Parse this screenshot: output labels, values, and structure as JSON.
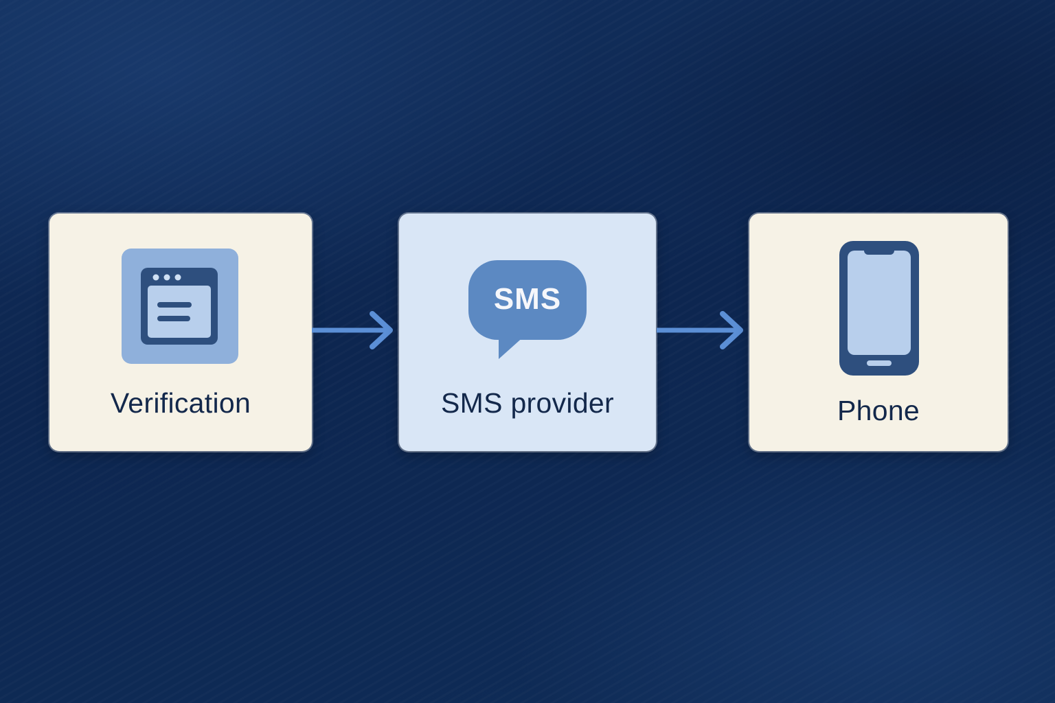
{
  "diagram": {
    "nodes": [
      {
        "id": "verification",
        "label": "Verification",
        "icon": "browser-window-icon",
        "fill": "#f6f2e6"
      },
      {
        "id": "sms-provider",
        "label": "SMS provider",
        "icon": "sms-chat-bubble-icon",
        "icon_text": "SMS",
        "fill": "#d9e6f6"
      },
      {
        "id": "phone",
        "label": "Phone",
        "icon": "smartphone-icon",
        "fill": "#f6f2e6"
      }
    ],
    "edges": [
      {
        "from": "verification",
        "to": "sms-provider"
      },
      {
        "from": "sms-provider",
        "to": "phone"
      }
    ]
  },
  "colors": {
    "background": "#0e2a52",
    "arrow": "#5b8fd6",
    "icon_dark": "#2e4f7e",
    "icon_light": "#8fb0db",
    "label_text": "#13284b"
  }
}
